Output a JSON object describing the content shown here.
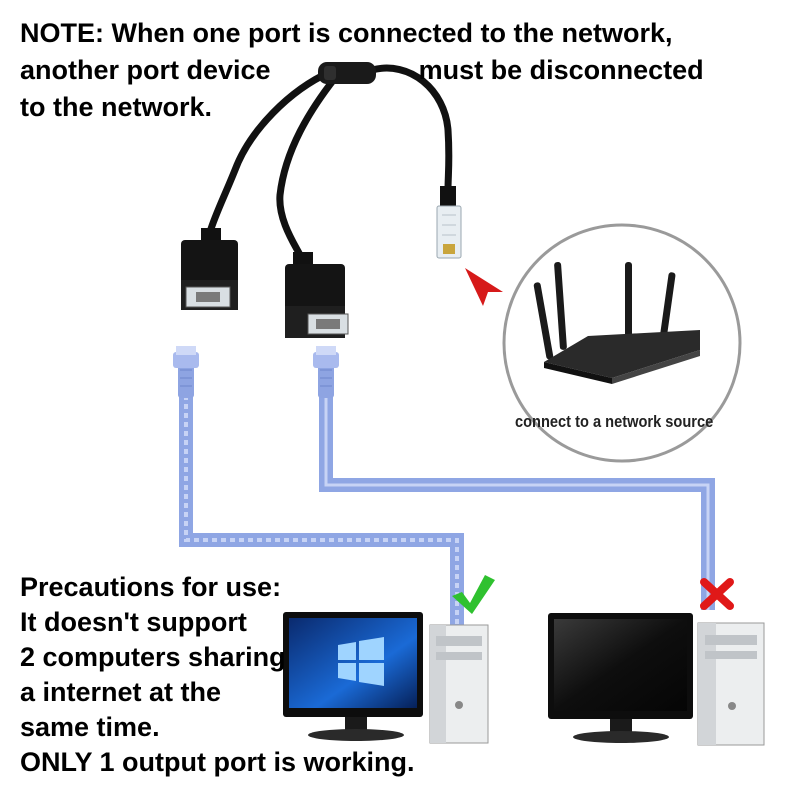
{
  "note": {
    "line1": "NOTE: When one port is connected to the network,",
    "line2a": "another port device",
    "line2b": "must be disconnected",
    "line3": "to the network."
  },
  "router_caption": "connect to a network source",
  "precautions": {
    "title": "Precautions for use:",
    "lines": [
      "It doesn't support",
      "2 computers sharing",
      "a internet at the",
      "same time.",
      "ONLY 1 output port is working."
    ]
  },
  "status": {
    "left_computer": "check-mark-icon",
    "right_computer": "cross-mark-icon"
  },
  "colors": {
    "cable_blue": "#9aaee6",
    "check_green": "#2fc12f",
    "cross_red": "#e01818",
    "arrow_red": "#d61a1a"
  }
}
